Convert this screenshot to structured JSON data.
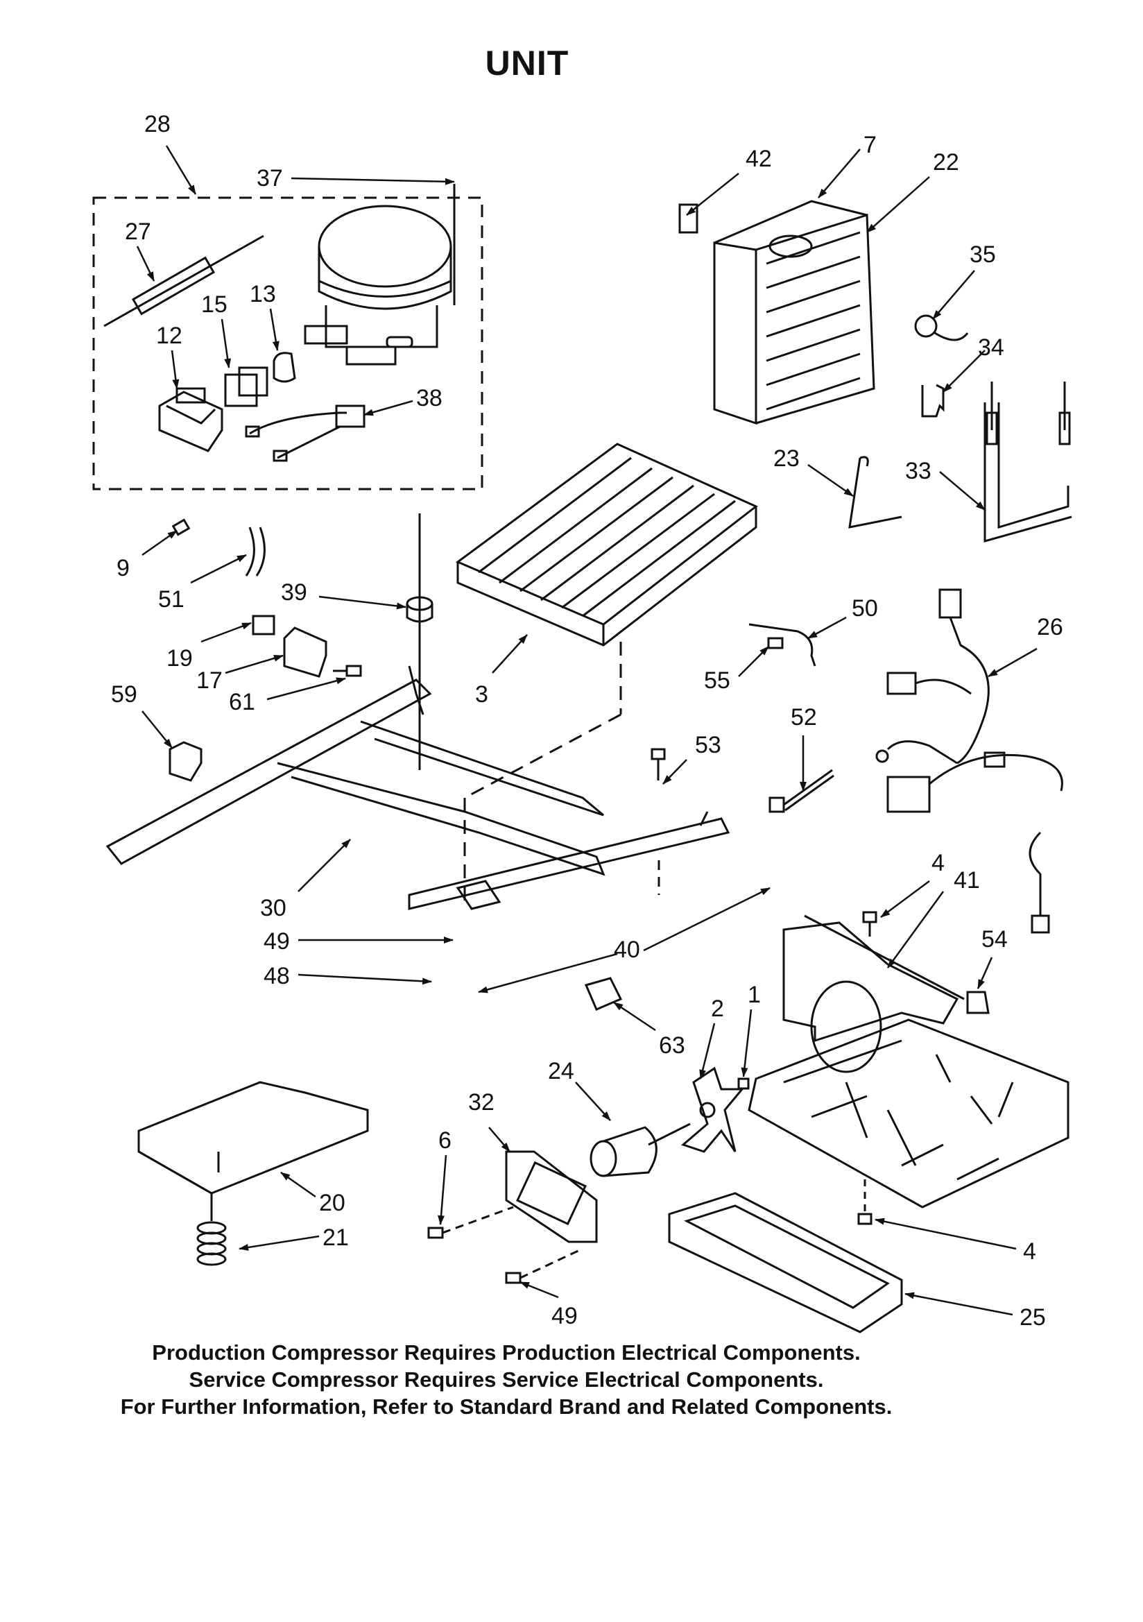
{
  "title": "UNIT",
  "notes": [
    "Production Compressor Requires Production Electrical Components.",
    "Service Compressor Requires Service Electrical Components.",
    "For Further Information, Refer to Standard Brand and Related Components."
  ],
  "callouts": {
    "c28": "28",
    "c37": "37",
    "c27": "27",
    "c13": "13",
    "c15": "15",
    "c12": "12",
    "c38": "38",
    "c42": "42",
    "c7": "7",
    "c22": "22",
    "c35": "35",
    "c34": "34",
    "c23": "23",
    "c33": "33",
    "c9": "9",
    "c51": "51",
    "c39": "39",
    "c19": "19",
    "c17": "17",
    "c61": "61",
    "c59": "59",
    "c3": "3",
    "c50": "50",
    "c55": "55",
    "c26": "26",
    "c52": "52",
    "c53": "53",
    "c30": "30",
    "c49a": "49",
    "c48": "48",
    "c40": "40",
    "c4a": "4",
    "c41": "41",
    "c54": "54",
    "c1": "1",
    "c2": "2",
    "c63": "63",
    "c24": "24",
    "c32": "32",
    "c6": "6",
    "c20": "20",
    "c21": "21",
    "c4b": "4",
    "c25": "25",
    "c49b": "49"
  }
}
